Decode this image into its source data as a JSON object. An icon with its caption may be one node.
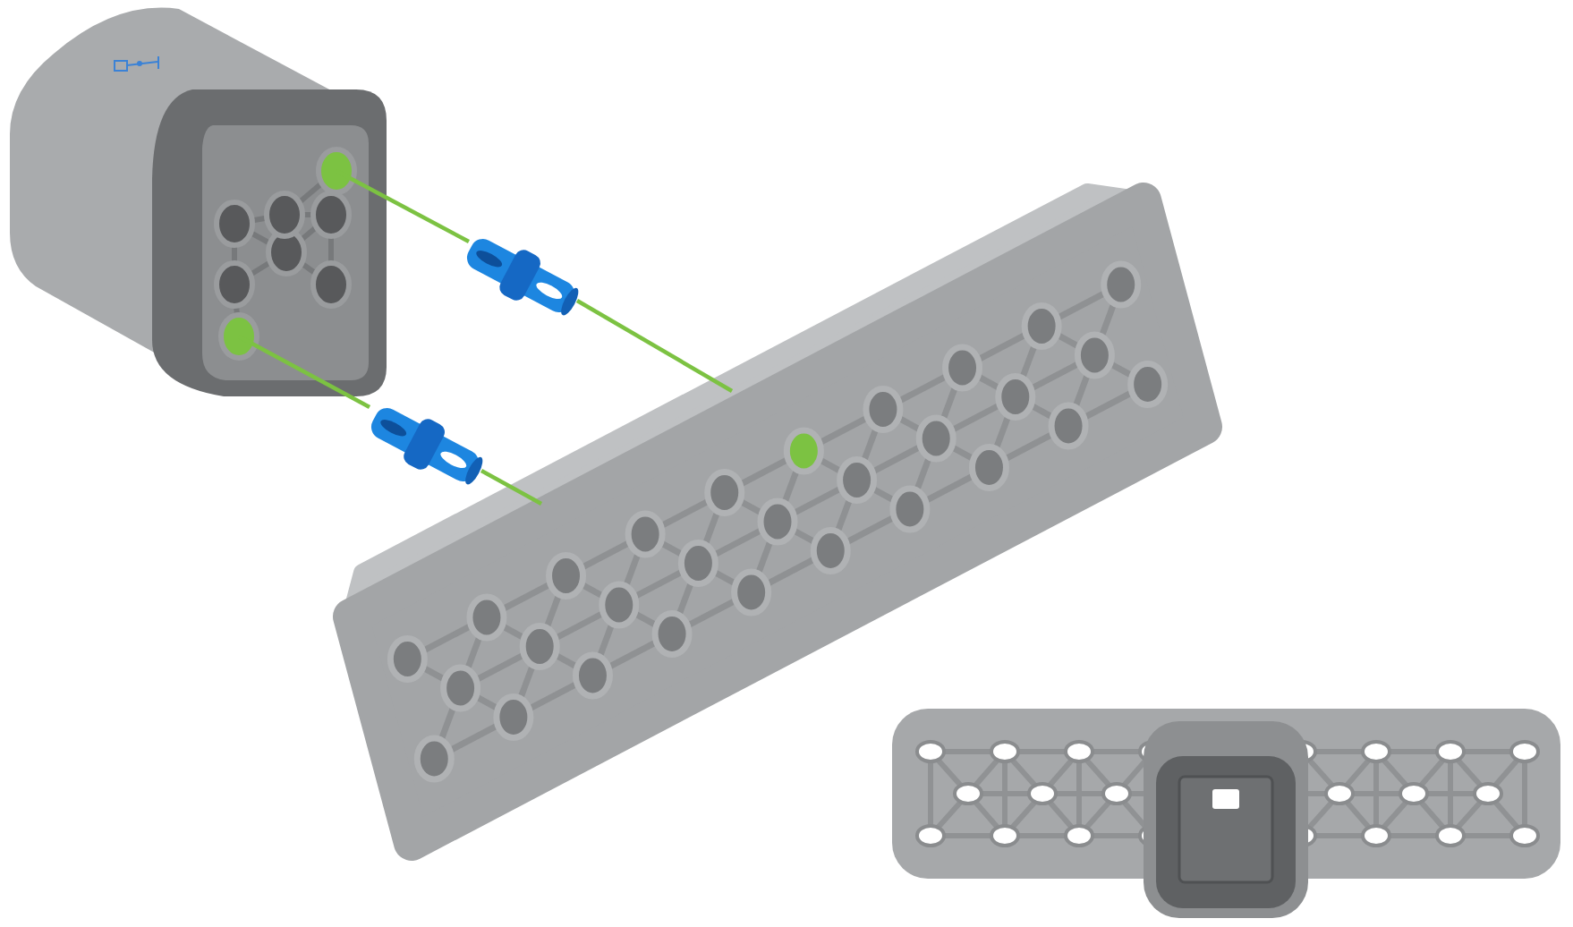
{
  "diagram": {
    "nodes": [
      {
        "text": [],
        "shape": "picture"
      },
      {
        "text": [],
        "shape": "picture"
      },
      {
        "text": [],
        "shape": "picture"
      },
      {
        "text": [],
        "shape": "picture"
      }
    ],
    "edges": [
      {
        "from": 0,
        "to": 1,
        "arrow": "none"
      },
      {
        "from": 1,
        "to": 3,
        "arrow": "none"
      },
      {
        "from": 0,
        "to": 2,
        "arrow": "none"
      },
      {
        "from": 2,
        "to": 3,
        "arrow": "none"
      }
    ]
  }
}
